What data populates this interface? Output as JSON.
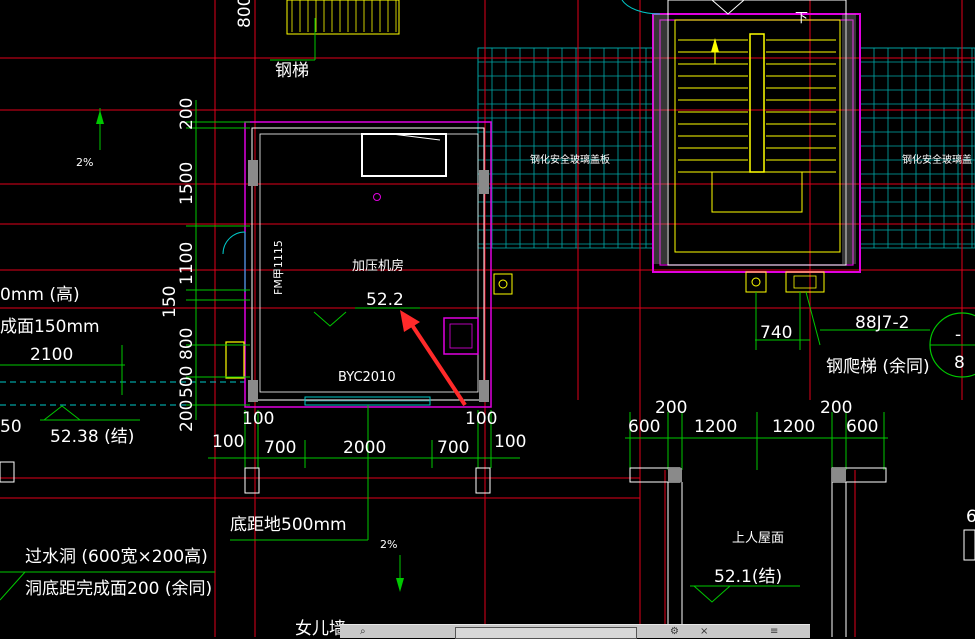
{
  "labels": {
    "steel_ladder_top": "钢梯",
    "slope_left": "2%",
    "slope_bottom": "2%",
    "room_name": "加压机房",
    "door_tag": "FM甲1115",
    "elevation_main": "52.2",
    "window_tag": "BYC2010",
    "height_note": "0mm (高)",
    "finish_note": "成面150mm",
    "elev_struct_left": "52.38 (结)",
    "bottom_note": "底距地500mm",
    "water_hole_1": "过水洞 (600宽×200高)",
    "water_hole_2": "洞底距完成面200 (余同)",
    "glass_left": "钢化安全玻璃盖板",
    "glass_right": "钢化安全玻璃盖",
    "stair_down": "下",
    "ref_detail": "88J7-2",
    "detail_num": "8",
    "detail_dash": "-",
    "steel_ladder_note": "钢爬梯 (余同)",
    "roof_label": "上人屋面",
    "elev_roof": "52.1(结)",
    "parapet": "女儿墙",
    "left_edge_num": "50",
    "top_num": "800",
    "right_edge_num": "6"
  },
  "dims": {
    "v_200_top": "200",
    "v_1500": "1500",
    "v_1100": "1100",
    "v_150": "150",
    "v_800": "800",
    "v_500": "500",
    "v_200_bot": "200",
    "h_2100": "2100",
    "h_100_a": "100",
    "h_100_b": "100",
    "h_700_a": "700",
    "h_2000": "2000",
    "h_700_b": "700",
    "h_100_c": "100",
    "h_100_d": "100",
    "h_740": "740",
    "h_200_a": "200",
    "h_200_b": "200",
    "h_600_a": "600",
    "h_1200_a": "1200",
    "h_1200_b": "1200",
    "h_600_b": "600"
  },
  "colors": {
    "red_axis": "#e0001a",
    "green_dim": "#00c800",
    "magenta_wall": "#e000e0",
    "cyan_glass": "#00c8c8",
    "yellow_stair": "#ffff00",
    "white_line": "#ffffff",
    "arrow_red": "#ff2a2a"
  },
  "taskbar": {
    "icon_left": "search-icon",
    "icon_right": "gear-icon"
  }
}
